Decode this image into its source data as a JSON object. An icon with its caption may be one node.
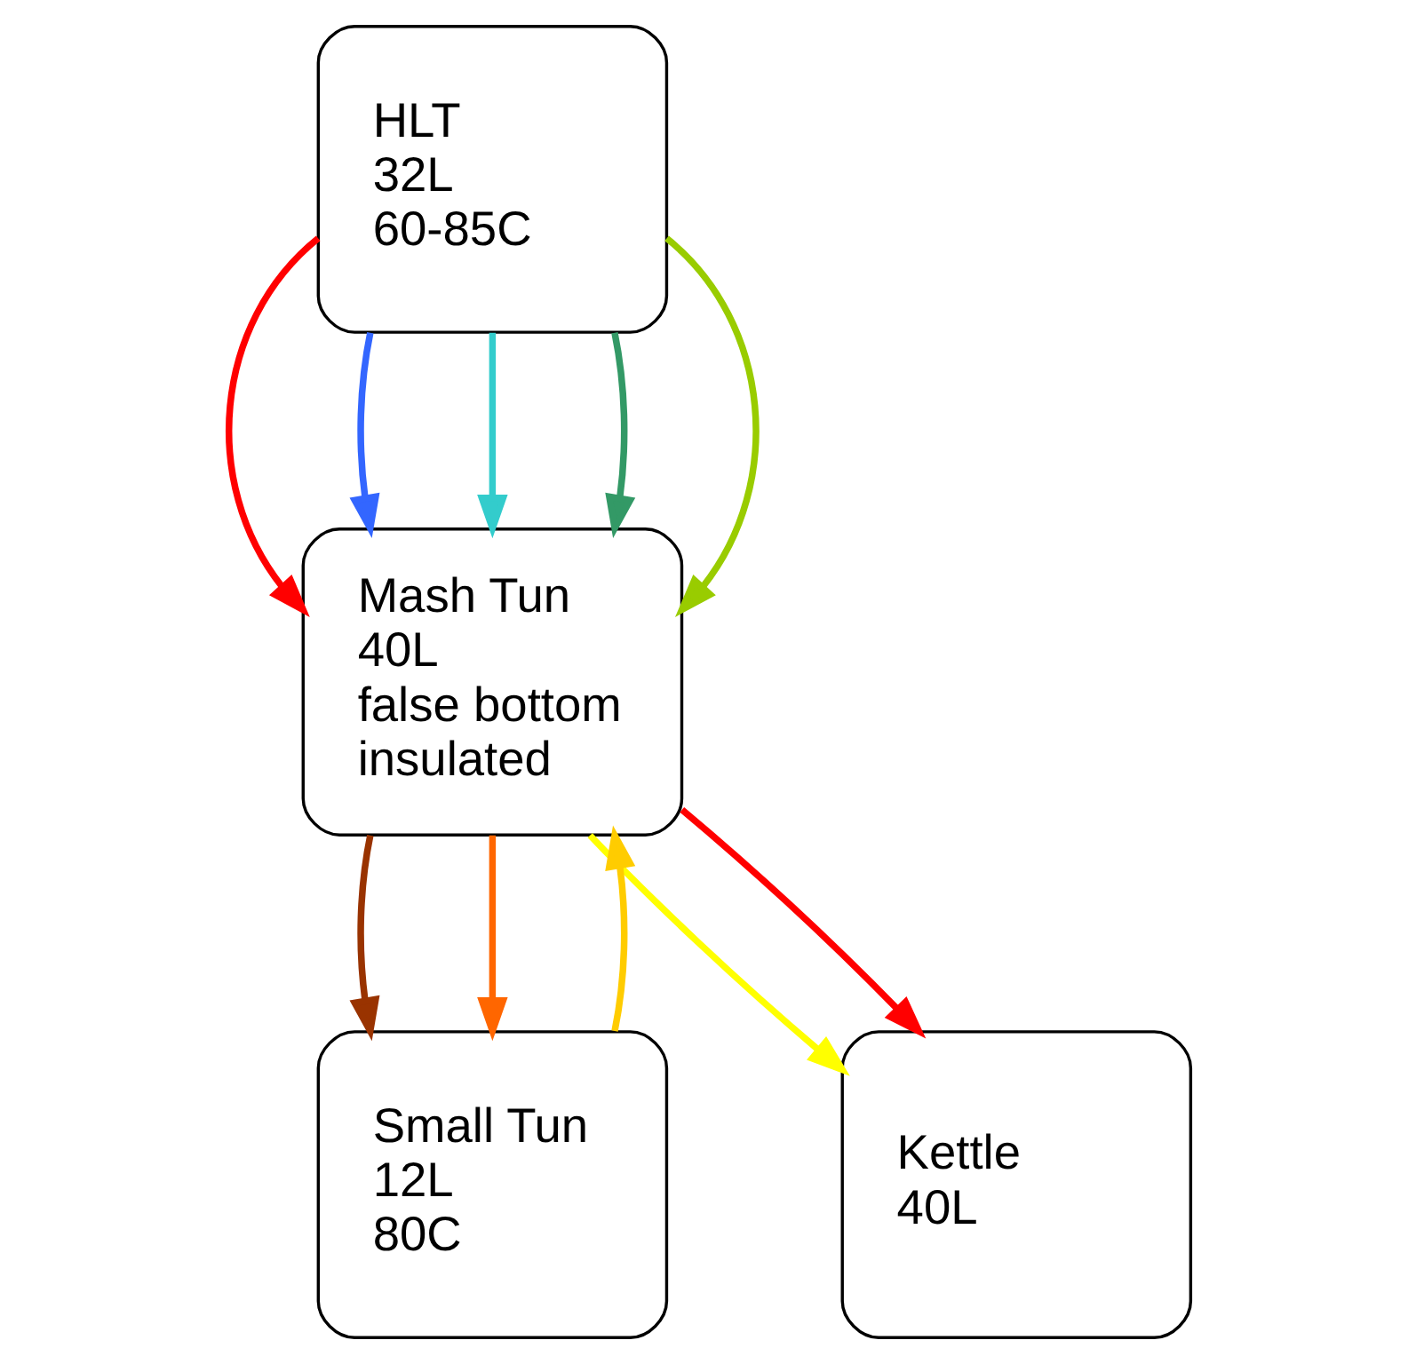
{
  "diagram": {
    "nodes": [
      {
        "text": [
          "HLT",
          "32L",
          "60-85C"
        ]
      },
      {
        "text": [
          "Mash Tun",
          "40L",
          "false bottom",
          "insulated"
        ]
      },
      {
        "text": [
          "Small Tun",
          "12L",
          "80C"
        ]
      },
      {
        "text": [
          "Kettle",
          "40L"
        ]
      }
    ],
    "edges": [
      {
        "from": 0,
        "to": 1,
        "arrow": "to",
        "color": "#ff0000"
      },
      {
        "from": 0,
        "to": 1,
        "arrow": "to",
        "color": "#3366ff"
      },
      {
        "from": 0,
        "to": 1,
        "arrow": "to",
        "color": "#33cccc"
      },
      {
        "from": 0,
        "to": 1,
        "arrow": "to",
        "color": "#339966"
      },
      {
        "from": 0,
        "to": 1,
        "arrow": "to",
        "color": "#99cc00"
      },
      {
        "from": 1,
        "to": 2,
        "arrow": "to",
        "color": "#993300"
      },
      {
        "from": 1,
        "to": 2,
        "arrow": "to",
        "color": "#ff6600"
      },
      {
        "from": 1,
        "to": 3,
        "arrow": "to",
        "color": "#ffff00"
      },
      {
        "from": 1,
        "to": 3,
        "arrow": "to",
        "color": "#ff0000"
      },
      {
        "from": 2,
        "to": 1,
        "arrow": "to",
        "color": "#ffcc00"
      }
    ]
  }
}
